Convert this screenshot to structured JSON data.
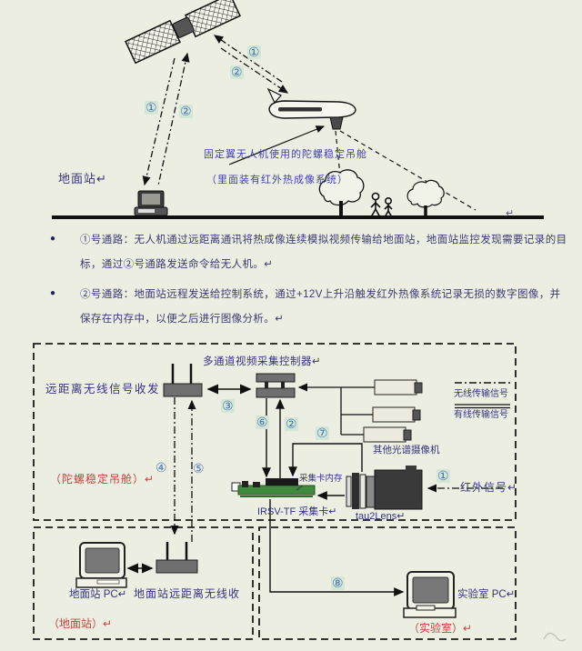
{
  "scene": {
    "ground_station": "地面站↵",
    "pod_caption_1": "固定翼无人机使用的陀螺稳定吊舱",
    "pod_caption_2": "（里面装有红外热成像系统）",
    "line_end_mark": "↵",
    "num_left_1": "①",
    "num_left_2": "②",
    "num_right_1": "①",
    "num_right_2": "②"
  },
  "bullets": {
    "marker": "●",
    "item1": "①号通路：无人机通过远距离通讯将热成像连续模拟视频传输给地面站，地面站监控发现需要记录的目标，通过②号通路发送命令给无人机。↵",
    "item2": "②号通路：地面站远程发送给控制系统，通过+12V上升沿触发红外热像系统记录无损的数字图像，并保存在内存中，以便之后进行图像分析。↵"
  },
  "diagram": {
    "controller": "多通道视频采集控制器↵",
    "transceiver": "远距离无线信号收发",
    "legend_wireless": "无线传输信号",
    "legend_wired": "有线传输信号",
    "other_cameras": "其他光谱摄像机",
    "card_memory": "采集卡内存",
    "card": "IRSV-TF 采集卡↵",
    "lens": "tau2Lens↵",
    "ir_signal": "红外信号↵",
    "pod_box": "（陀螺稳定吊舱）↵",
    "gs_pc": "地面站 PC↵",
    "gs_rx": "地面站远距离无线收",
    "gs_box": "（地面站）↵",
    "lab_pc": "实验室 PC↵",
    "lab_box": "（实验室）↵",
    "n1": "①",
    "n2": "②",
    "n3": "③",
    "n4": "④",
    "n5": "⑤",
    "n6": "⑥",
    "n7": "⑦",
    "n8": "⑧"
  }
}
